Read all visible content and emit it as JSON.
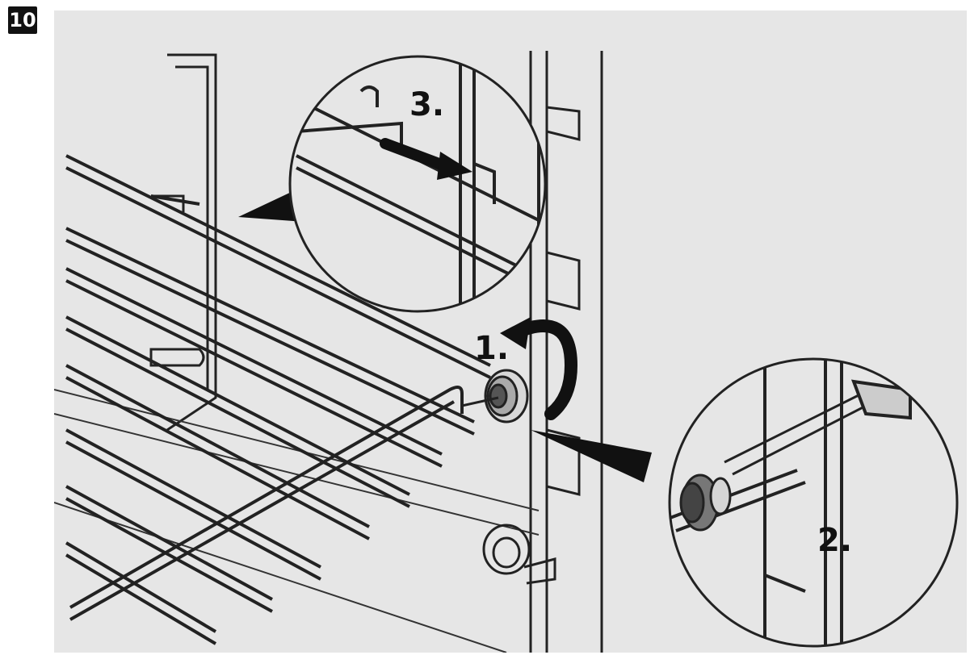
{
  "figure_number": "10",
  "steps": {
    "step_1": "1.",
    "step_2": "2.",
    "step_3": "3."
  },
  "colors": {
    "panel_background": "#e6e6e6",
    "line": "#222222",
    "badge_background": "#111111"
  }
}
